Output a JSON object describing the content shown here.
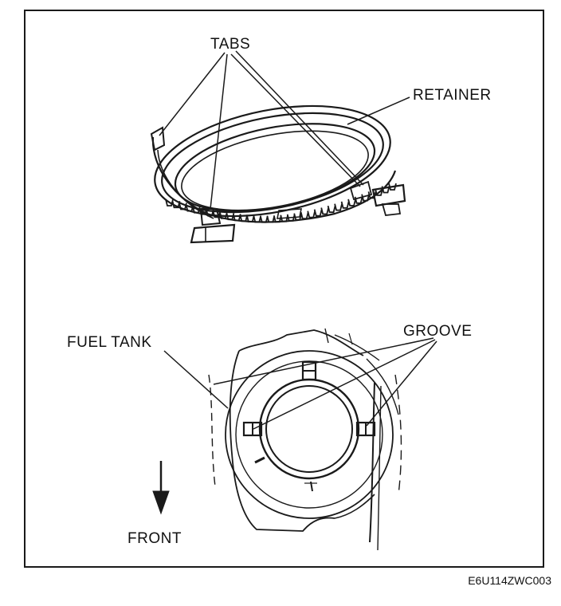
{
  "labels": {
    "tabs": "TABS",
    "retainer": "RETAINER",
    "fuel_tank": "FUEL TANK",
    "groove": "GROOVE",
    "front": "FRONT"
  },
  "figure_code": "E6U114ZWC003"
}
